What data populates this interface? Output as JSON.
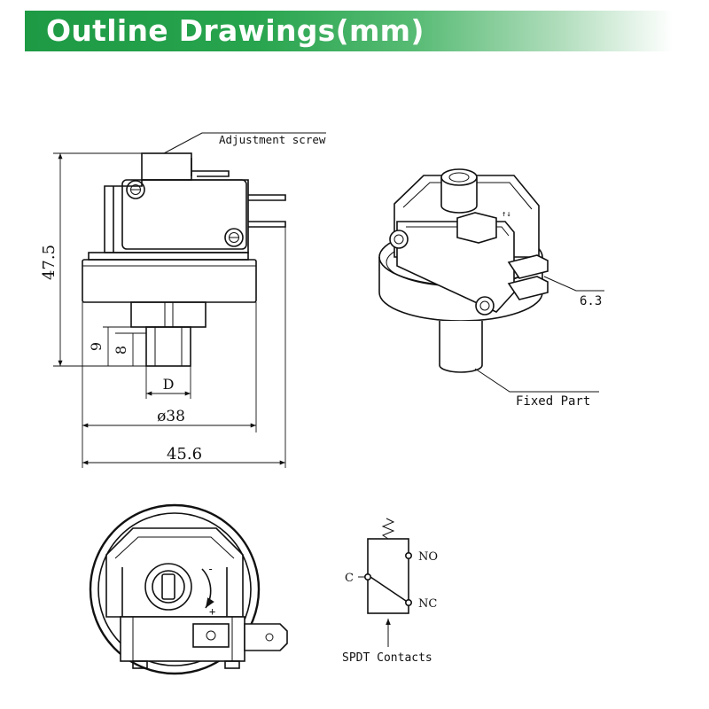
{
  "header": {
    "title": "Outline Drawings(mm)",
    "accent": "#1e9a45"
  },
  "side_view": {
    "callout_adjustment_screw": "Adjustment screw",
    "dim_height": "47.5",
    "dim_nine": "9",
    "dim_eight": "8",
    "dim_thread": "D",
    "dim_body_diameter": "ø38",
    "dim_overall_width": "45.6"
  },
  "iso_view": {
    "callout_terminal": "6.3",
    "callout_fixed_part": "Fixed Part"
  },
  "schematic": {
    "label_no": "NO",
    "label_nc": "NC",
    "label_c": "C",
    "caption": "SPDT Contacts"
  }
}
